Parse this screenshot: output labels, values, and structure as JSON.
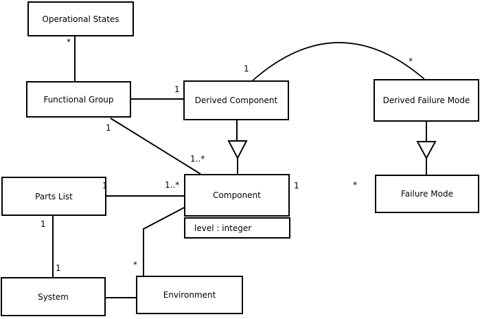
{
  "diagram": {
    "kind": "uml-class-diagram",
    "colors": {
      "background": "#ffffff",
      "line": "#000000",
      "node_fill": "#ffffff",
      "text": "#000000"
    },
    "nodes": {
      "operational_states": {
        "label": "Operational States"
      },
      "functional_group": {
        "label": "Functional Group"
      },
      "derived_component": {
        "label": "Derived Component"
      },
      "derived_failure_mode": {
        "label": "Derived Failure Mode"
      },
      "parts_list": {
        "label": "Parts List"
      },
      "component": {
        "label": "Component",
        "attributes": [
          "level : integer"
        ]
      },
      "failure_mode": {
        "label": "Failure Mode"
      },
      "system": {
        "label": "System"
      },
      "environment": {
        "label": "Environment"
      }
    },
    "multiplicities": {
      "op_states_end": "*",
      "fg_to_dc_end": "1",
      "dc_arc_end": "1",
      "dfm_arc_end": "*",
      "fg_to_comp_fg_end": "1",
      "fg_to_comp_comp_end": "1..*",
      "pl_to_comp_pl_end": "1",
      "pl_to_comp_comp_end": "1..*",
      "comp_to_fm_comp_end": "1",
      "comp_to_fm_fm_end": "*",
      "pl_to_sys_pl_end": "1",
      "pl_to_sys_sys_end": "1",
      "env_to_comp_env_end": "*"
    },
    "relationships": [
      {
        "from": "Operational States",
        "to": "Functional Group",
        "type": "association",
        "from_label": "*",
        "to_label": ""
      },
      {
        "from": "Functional Group",
        "to": "Derived Component",
        "type": "association",
        "from_label": "",
        "to_label": "1"
      },
      {
        "from": "Derived Component",
        "to": "Derived Failure Mode",
        "type": "association-arc",
        "from_label": "1",
        "to_label": "*"
      },
      {
        "from": "Derived Component",
        "to": "Component",
        "type": "generalization",
        "from_label": "",
        "to_label": ""
      },
      {
        "from": "Derived Failure Mode",
        "to": "Failure Mode",
        "type": "generalization",
        "from_label": "",
        "to_label": ""
      },
      {
        "from": "Functional Group",
        "to": "Component",
        "type": "association",
        "from_label": "1",
        "to_label": "1..*"
      },
      {
        "from": "Parts List",
        "to": "Component",
        "type": "association",
        "from_label": "1",
        "to_label": "1..*"
      },
      {
        "from": "Component",
        "to": "Failure Mode",
        "type": "association",
        "from_label": "1",
        "to_label": "*"
      },
      {
        "from": "Parts List",
        "to": "System",
        "type": "association",
        "from_label": "1",
        "to_label": "1"
      },
      {
        "from": "System",
        "to": "Environment",
        "type": "association",
        "from_label": "",
        "to_label": ""
      },
      {
        "from": "Environment",
        "to": "Component",
        "type": "association",
        "from_label": "*",
        "to_label": ""
      }
    ]
  }
}
